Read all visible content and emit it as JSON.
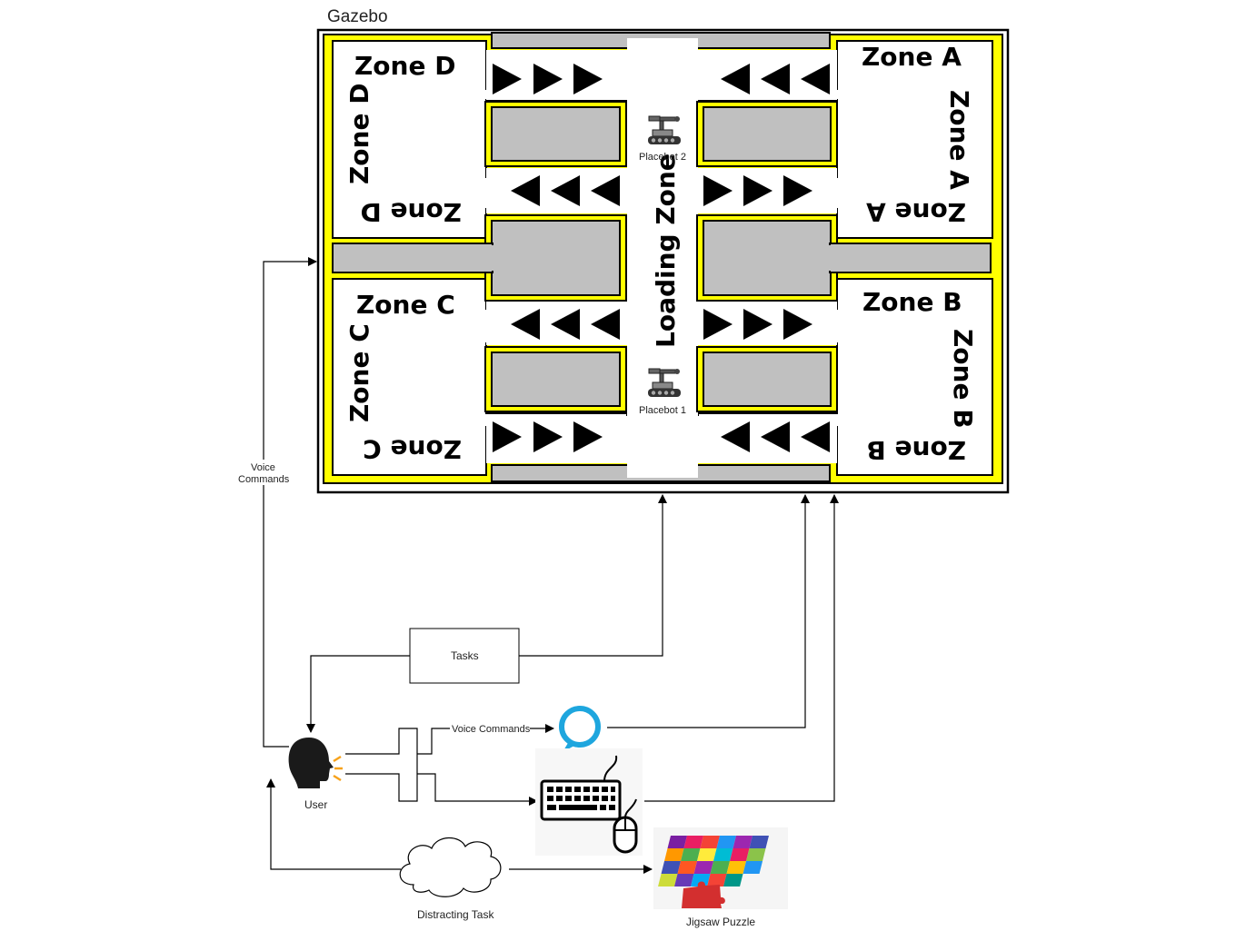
{
  "title": "Gazebo",
  "zones": {
    "zone_d": "Zone D",
    "zone_a": "Zone A",
    "zone_c": "Zone C",
    "zone_b": "Zone B"
  },
  "loading_zone": "Loading Zone",
  "robots": {
    "placebot_2": "Placebot 2",
    "placebot_1": "Placebot 1"
  },
  "flow": {
    "voice_commands_left": "Voice Commands",
    "tasks": "Tasks",
    "voice_commands": "Voice Commands",
    "user": "User",
    "distracting_task": "Distracting Task",
    "jigsaw_puzzle": "Jigsaw Puzzle"
  },
  "colors": {
    "track_yellow": "#ffff00",
    "shelf_grey": "#c0c0c0",
    "alexa_blue": "#1ea6de"
  }
}
